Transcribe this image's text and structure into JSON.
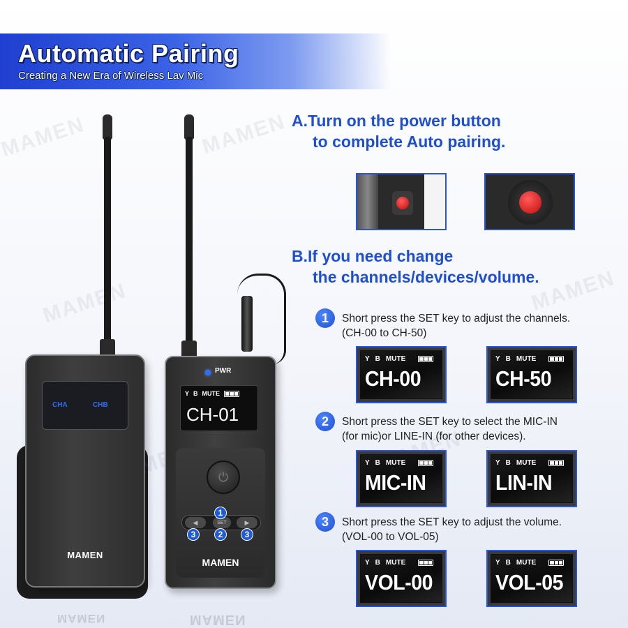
{
  "banner": {
    "title": "Automatic Pairing",
    "subtitle": "Creating a New Era of Wireless Lav Mic"
  },
  "watermark": "MAMEN",
  "receiver": {
    "channel_a": "CHA",
    "channel_b": "CHB",
    "brand": "MAMEN"
  },
  "transmitter": {
    "power_label": "PWR",
    "screen": {
      "signal": "Y",
      "b": "B",
      "mute": "MUTE",
      "channel": "CH-01"
    },
    "set_label": "SET",
    "brand": "MAMEN",
    "key_badges": [
      "1",
      "2",
      "3",
      "3"
    ]
  },
  "section_a": {
    "line1": "A.Turn on the power button",
    "line2": "to complete Auto pairing."
  },
  "section_b": {
    "line1": "B.If you need change",
    "line2": "the channels/devices/volume."
  },
  "steps": [
    {
      "number": "1",
      "line1": "Short press the SET key to adjust the channels.",
      "line2": "(CH-00 to CH-50)",
      "screens": [
        "CH-00",
        "CH-50"
      ]
    },
    {
      "number": "2",
      "line1": "Short press the SET key to select the MIC-IN",
      "line2": "(for mic)or LINE-IN (for other devices).",
      "screens": [
        "MIC-IN",
        "LIN-IN"
      ]
    },
    {
      "number": "3",
      "line1": "Short press the SET key to adjust the volume.",
      "line2": "(VOL-00 to VOL-05)",
      "screens": [
        "VOL-00",
        "VOL-05"
      ]
    }
  ],
  "lcd_status": {
    "signal": "Y",
    "b": "B",
    "mute": "MUTE"
  },
  "colors": {
    "accent": "#1f4fd0",
    "banner": "#2a4fd8",
    "led": "#2f6fff",
    "button_red": "#d61b1b"
  }
}
